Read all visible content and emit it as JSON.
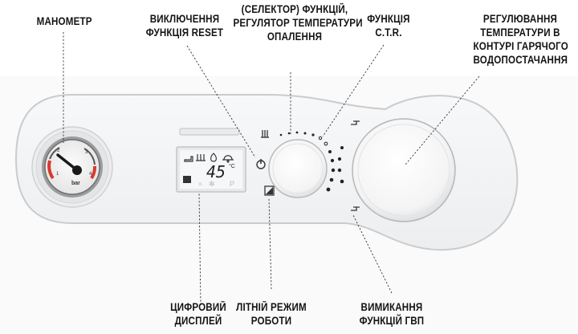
{
  "labels": {
    "manometer": [
      "МАНОМЕТР"
    ],
    "reset": [
      "ВИКЛЮЧЕННЯ",
      "ФУНКЦІЯ RESET"
    ],
    "selector": [
      "(СЕЛЕКТОР) ФУНКЦІЙ,",
      "РЕГУЛЯТОР ТЕМПЕРАТУРИ",
      "ОПАЛЕННЯ"
    ],
    "ctr": [
      "ФУНКЦІЯ",
      "C.T.R."
    ],
    "dhw_temp": [
      "РЕГУЛЮВАННЯ",
      "ТЕМПЕРАТУРИ В",
      "КОНТУРІ ГАРЯЧОГО",
      "ВОДОПОСТАЧАННЯ"
    ],
    "display": [
      "ЦИФРОВИЙ",
      "ДИСПЛЕЙ"
    ],
    "summer": [
      "ЛІТНІЙ РЕЖИМ",
      "РОБОТИ"
    ],
    "dhw_off": [
      "ВИМИКАННЯ",
      "ФУНКЦІЙ ГВП"
    ]
  },
  "gauge": {
    "unit": "bar",
    "ticks": [
      "1",
      "2",
      "3",
      "4"
    ]
  },
  "display": {
    "temperature": "45",
    "unit": "°C"
  },
  "icons": [
    "pressure-gauge-icon",
    "power-icon",
    "summer-mode-icon",
    "radiator-icon",
    "tap-icon",
    "flame-icon",
    "bell-icon",
    "snowflake-icon"
  ],
  "colors": {
    "panel": "#f1f2f3",
    "outline": "#c9cbcd",
    "text": "#141414",
    "gauge_red": "#d9382b"
  }
}
